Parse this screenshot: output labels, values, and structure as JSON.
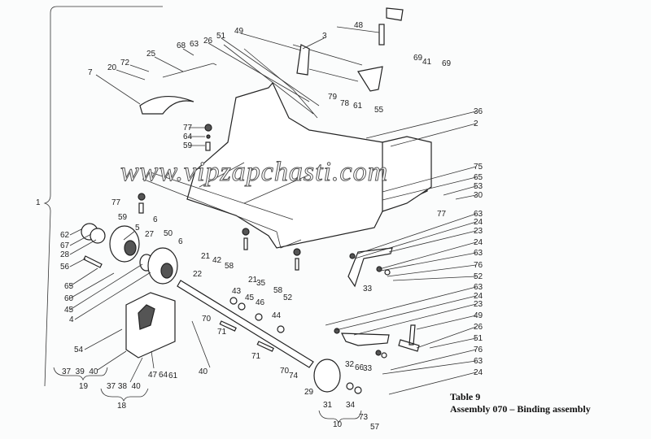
{
  "caption": {
    "table": "Table 9",
    "title": "Assembly 070 – Binding assembly"
  },
  "watermark": "www.vipzapchasti.com",
  "labels": [
    "1",
    "7",
    "20",
    "72",
    "25",
    "68",
    "63",
    "26",
    "51",
    "49",
    "3",
    "48",
    "69",
    "41",
    "69",
    "79",
    "78",
    "61",
    "55",
    "77",
    "64",
    "59",
    "36",
    "2",
    "75",
    "65",
    "53",
    "30",
    "77",
    "63",
    "24",
    "23",
    "24",
    "63",
    "76",
    "52",
    "63",
    "24",
    "23",
    "49",
    "26",
    "51",
    "76",
    "63",
    "24",
    "77",
    "59",
    "6",
    "5",
    "27",
    "62",
    "67",
    "28",
    "56",
    "65",
    "60",
    "45",
    "4",
    "50",
    "6",
    "21",
    "42",
    "58",
    "21",
    "35",
    "58",
    "52",
    "22",
    "43",
    "45",
    "46",
    "44",
    "70",
    "71",
    "71",
    "70",
    "74",
    "29",
    "54",
    "40",
    "47",
    "64",
    "61",
    "37  39  40",
    "19",
    "37 38  40",
    "18",
    "33",
    "33",
    "32",
    "66",
    "34",
    "31",
    "73",
    "10",
    "57"
  ]
}
